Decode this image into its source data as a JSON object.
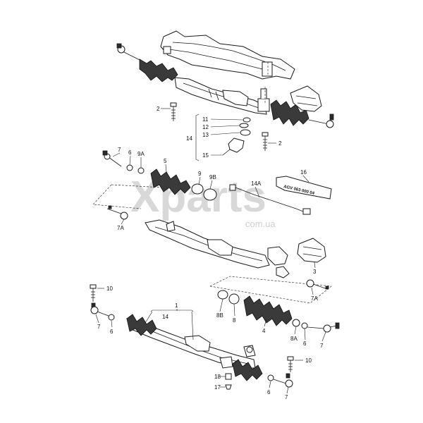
{
  "watermark": {
    "brand": "Xparts",
    "domain": "com.ua"
  },
  "tube_text": "AGV 063 000 04",
  "callouts": {
    "c1": "1",
    "c2a": "2",
    "c2b": "2",
    "c3": "3",
    "c4": "4",
    "c5": "5",
    "c6a": "6",
    "c6b": "6",
    "c6c": "6",
    "c6d": "6",
    "c7a": "7",
    "c7b": "7",
    "c7c": "7",
    "c7d": "7",
    "c7A1": "7A",
    "c7A2": "7A",
    "c8": "8",
    "c8A": "8A",
    "c8B": "8B",
    "c9": "9",
    "c9A": "9A",
    "c9B": "9B",
    "c10a": "10",
    "c10b": "10",
    "c11": "11",
    "c12": "12",
    "c13": "13",
    "c14a": "14",
    "c14b": "14A",
    "c14c": "14",
    "c15": "15",
    "c16": "16",
    "c17": "17",
    "c18": "18"
  }
}
